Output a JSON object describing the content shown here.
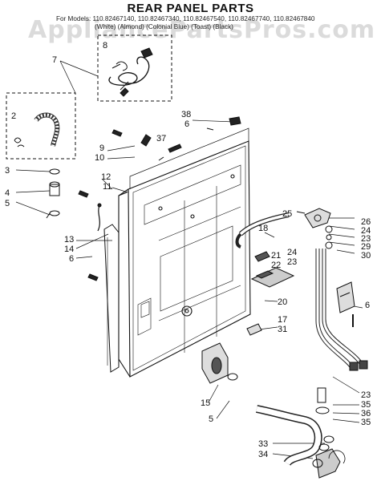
{
  "title": "REAR PANEL PARTS",
  "models_line": "For Models: 110.82467140, 110.82467340, 110.82467540, 110.82467740, 110.82467840",
  "models_line2": "(White)    (Almond)    (Colonial Blue)    (Toast)    (Black)",
  "watermark": "AppliancePartsPros.com",
  "callouts": [
    "2",
    "3",
    "4",
    "5",
    "7",
    "8",
    "38",
    "6",
    "9",
    "10",
    "37",
    "12",
    "11",
    "13",
    "14",
    "6",
    "25",
    "18",
    "26",
    "24",
    "23",
    "29",
    "24",
    "23",
    "30",
    "21",
    "22",
    "20",
    "6",
    "17",
    "31",
    "23",
    "15",
    "5",
    "35",
    "36",
    "35",
    "33",
    "34"
  ]
}
